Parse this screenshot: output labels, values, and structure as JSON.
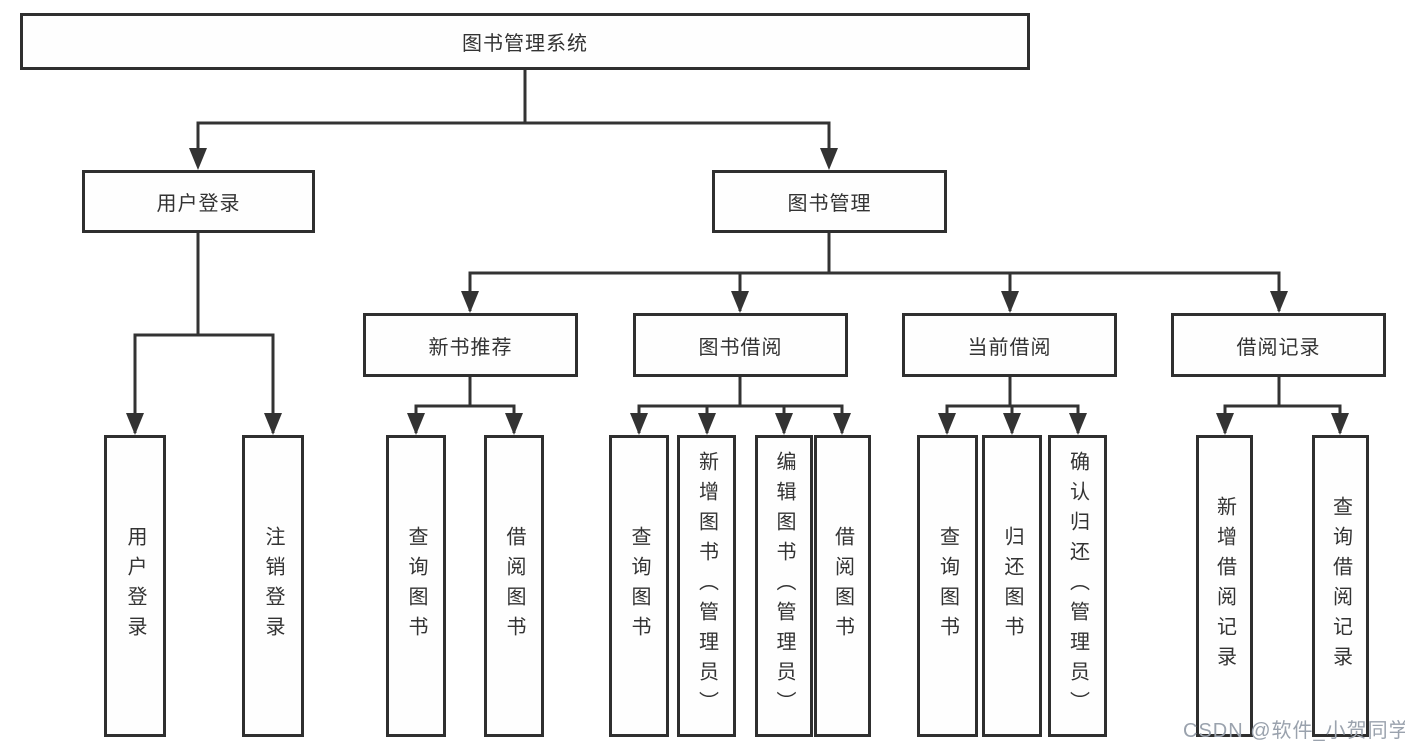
{
  "tree": {
    "root": "图书管理系统",
    "level1": [
      "用户登录",
      "图书管理"
    ],
    "level2": [
      "新书推荐",
      "图书借阅",
      "当前借阅",
      "借阅记录"
    ],
    "leaves": {
      "user_login": [
        "用户登录",
        "注销登录"
      ],
      "new_book": [
        "查询图书",
        "借阅图书"
      ],
      "book_borrow": [
        "查询图书",
        "新增图书（管理员）",
        "编辑图书（管理员）",
        "借阅图书"
      ],
      "current_borrow": [
        "查询图书",
        "归还图书",
        "确认归还（管理员）"
      ],
      "borrow_record": [
        "新增借阅记录",
        "查询借阅记录"
      ]
    }
  },
  "watermark": "CSDN @软件_小贺同学",
  "colors": {
    "line": "#333333",
    "border": "#2f2f2f",
    "text": "#333333",
    "background": "#ffffff",
    "watermark": "#9aa2ad"
  }
}
